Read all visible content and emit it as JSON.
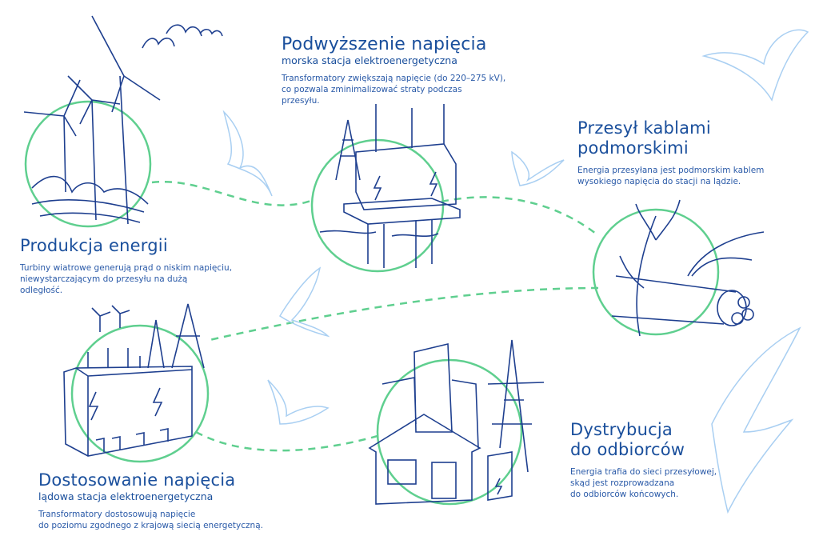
{
  "colors": {
    "title": "#1a4f9c",
    "line_art": "#1e3f8f",
    "circles": "#5fcf8f",
    "birds": "#a9cff2"
  },
  "steps": [
    {
      "title": "Produkcja energii",
      "subtitle": "",
      "body": [
        "Turbiny wiatrowe generują prąd o niskim napięciu,",
        "niewystarczającym do przesyłu na dużą",
        "odległość."
      ],
      "icon": "wind-turbines-icon"
    },
    {
      "title": "Podwyższenie napięcia",
      "subtitle": "morska stacja elektroenergetyczna",
      "body": [
        "Transformatory zwiększają napięcie (do 220–275 kV),",
        "co pozwala zminimalizować straty podczas",
        "przesyłu."
      ],
      "icon": "offshore-substation-icon"
    },
    {
      "title": "Przesył kablami",
      "title2": "podmorskimi",
      "subtitle": "",
      "body": [
        "Energia przesyłana jest podmorskim kablem",
        "wysokiego napięcia do stacji na lądzie."
      ],
      "icon": "subsea-cable-icon"
    },
    {
      "title": "Dostosowanie napięcia",
      "subtitle": "lądowa stacja elektroenergetyczna",
      "body": [
        "Transformatory dostosowują napięcie",
        "do poziomu zgodnego z krajową siecią energetyczną."
      ],
      "icon": "onshore-substation-icon"
    },
    {
      "title": "Dystrybucja",
      "title2": "do odbiorców",
      "subtitle": "",
      "body": [
        "Energia trafia do sieci przesyłowej,",
        "skąd jest rozprowadzana",
        "do odbiorców końcowych."
      ],
      "icon": "city-distribution-icon"
    }
  ]
}
